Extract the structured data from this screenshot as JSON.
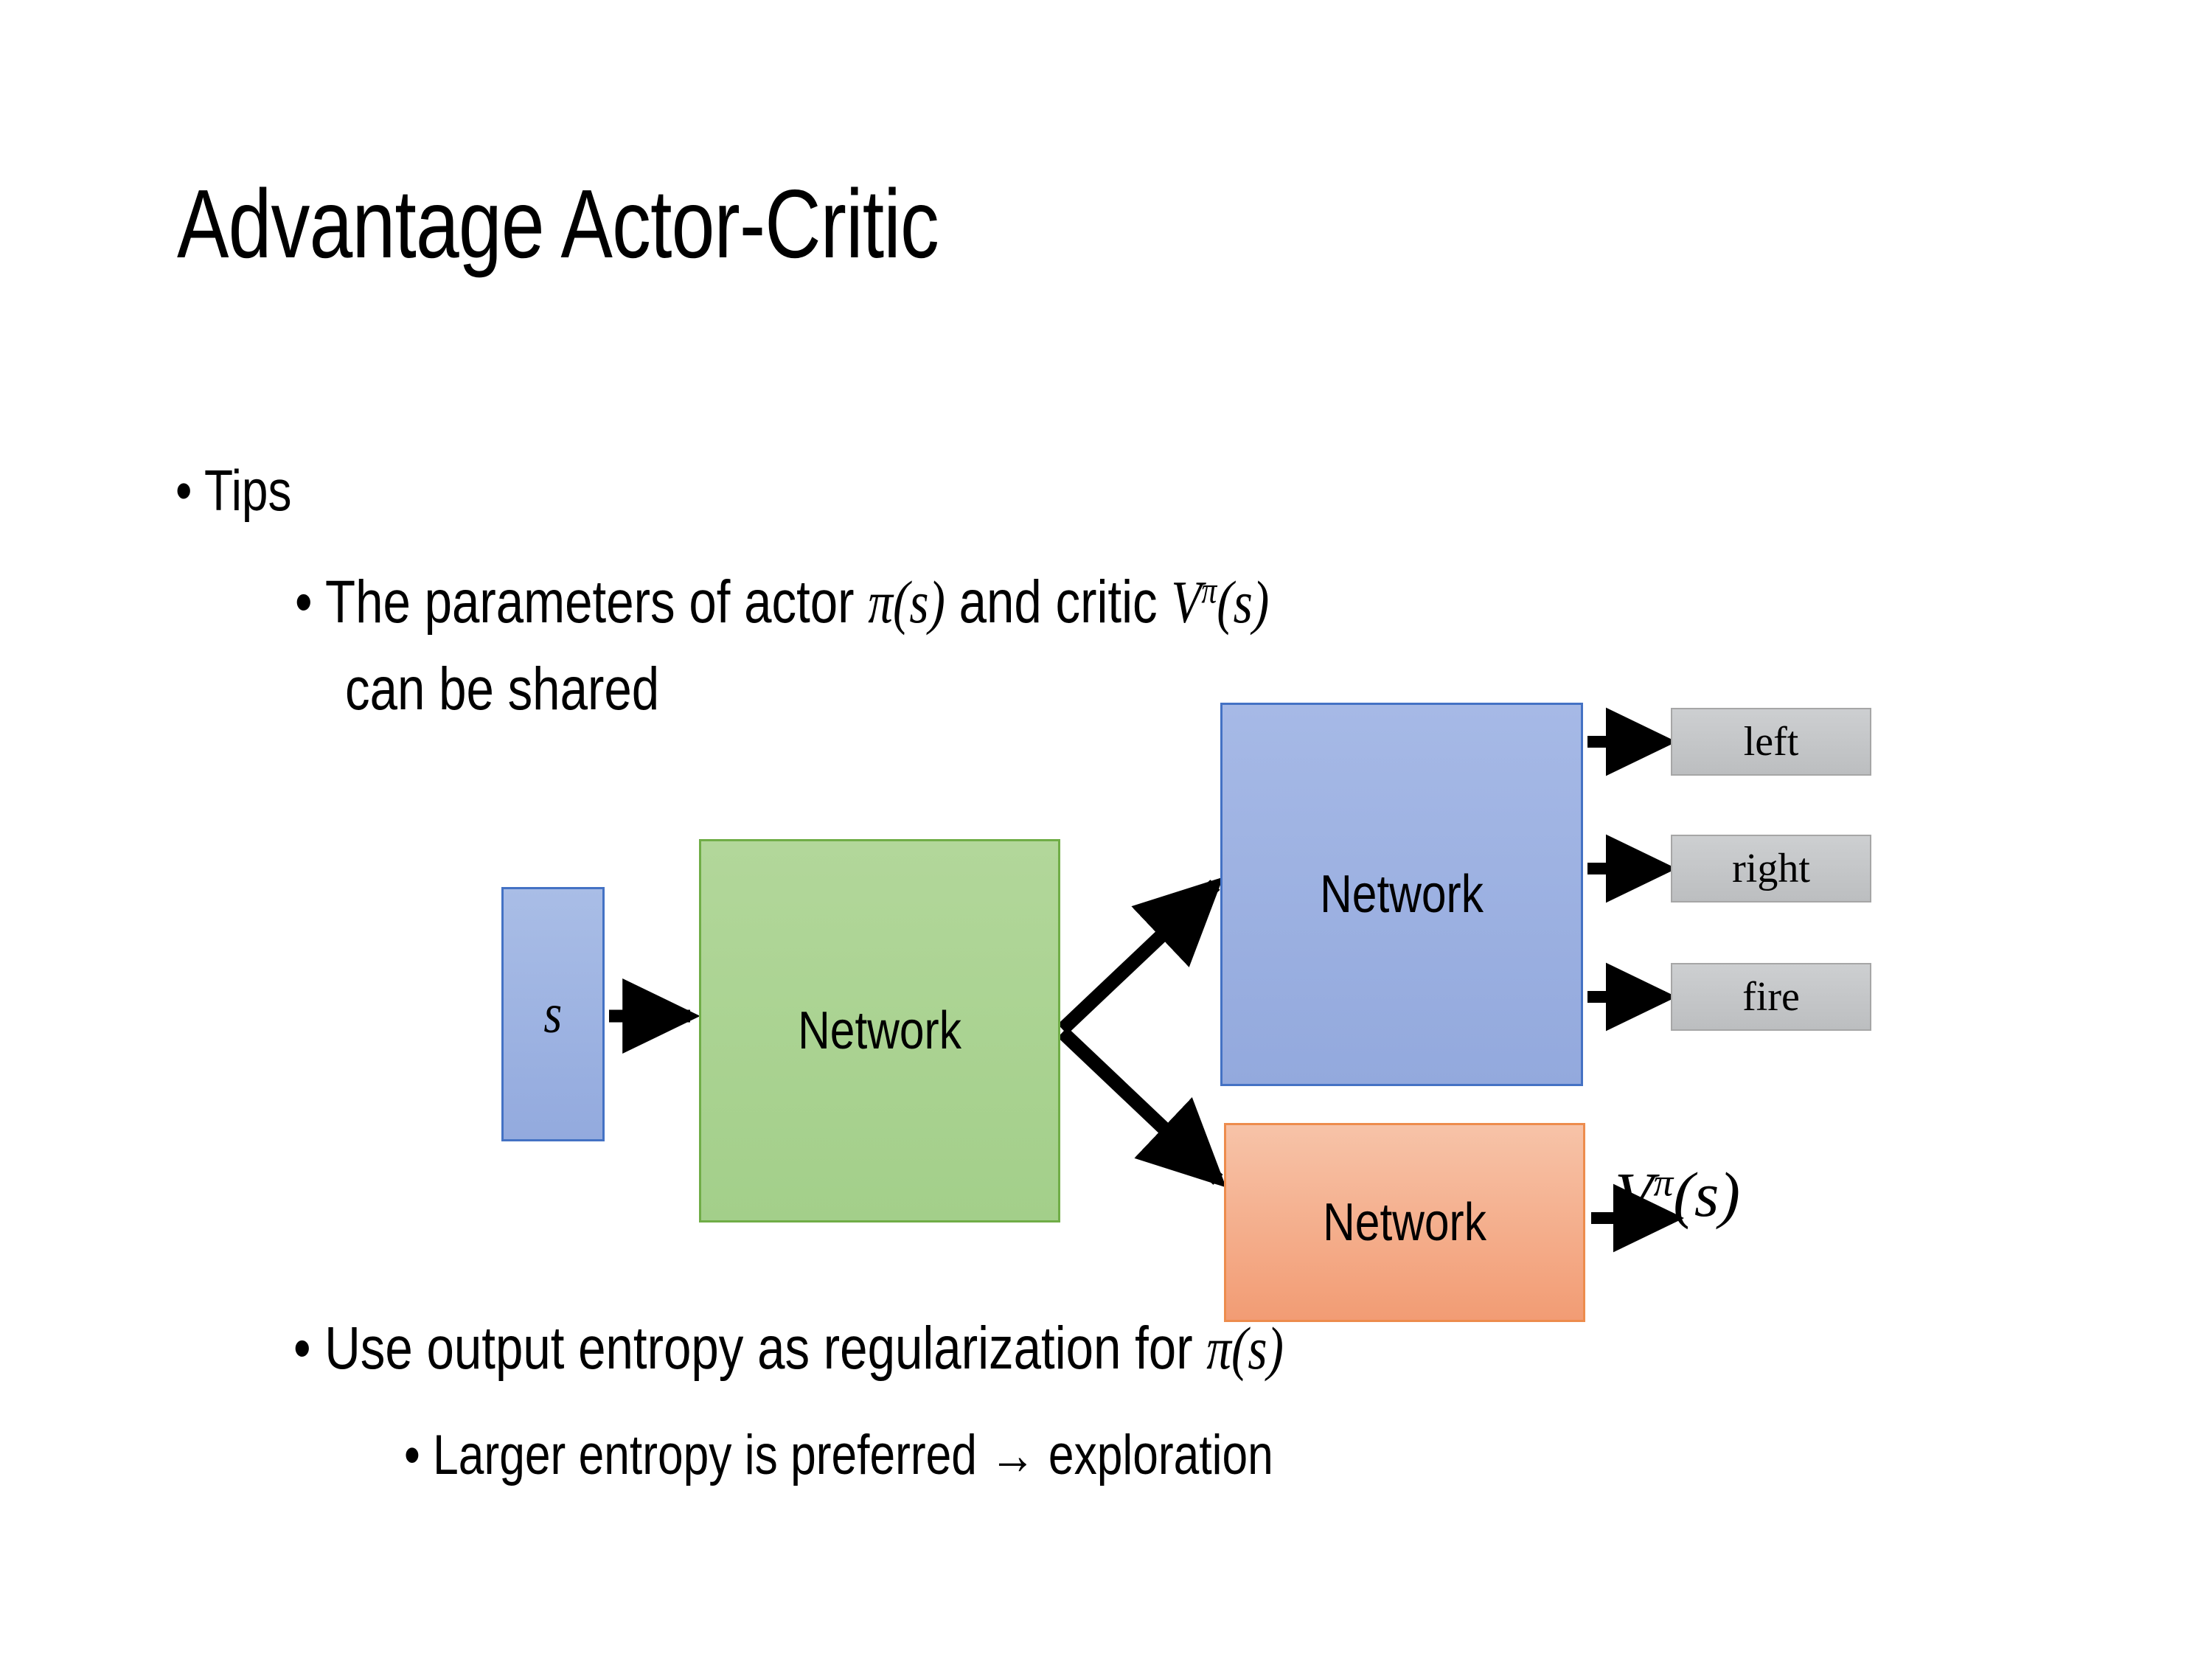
{
  "slide": {
    "title": "Advantage Actor-Critic",
    "background_color": "#FFFFFF",
    "text_color": "#000000"
  },
  "bullets": {
    "tips": {
      "marker": "•",
      "text": "Tips"
    },
    "shared_params": {
      "marker": "•",
      "line1_pre": "The parameters of actor ",
      "math_actor": "π(s)",
      "line1_mid": " and critic ",
      "math_critic_base": "V",
      "math_critic_sup": "π",
      "math_critic_arg": "(s)",
      "line2": "can be shared"
    },
    "entropy": {
      "marker": "•",
      "text_pre": "Use output entropy as regularization for ",
      "math": "π(s)"
    },
    "larger_entropy": {
      "marker": "•",
      "text": "Larger entropy is preferred → exploration"
    }
  },
  "diagram": {
    "input": {
      "label": "s",
      "fill": "#9DB2E0",
      "border": "#4472C4"
    },
    "shared_network": {
      "label": "Network",
      "fill": "#A9D08E",
      "border": "#70AD47"
    },
    "actor_network": {
      "label": "Network",
      "fill": "#9DB2E0",
      "border": "#4472C4"
    },
    "critic_network": {
      "label": "Network",
      "fill": "#F4A07A",
      "border": "#ED8C4D"
    },
    "action_outputs": [
      {
        "label": "left",
        "fill": "#C6C8CA",
        "border": "#A6A6A6"
      },
      {
        "label": "right",
        "fill": "#C6C8CA",
        "border": "#A6A6A6"
      },
      {
        "label": "fire",
        "fill": "#C6C8CA",
        "border": "#A6A6A6"
      }
    ],
    "value_output": {
      "base": "V",
      "sup": "π",
      "arg": "(s)"
    },
    "arrow_color": "#000000"
  }
}
